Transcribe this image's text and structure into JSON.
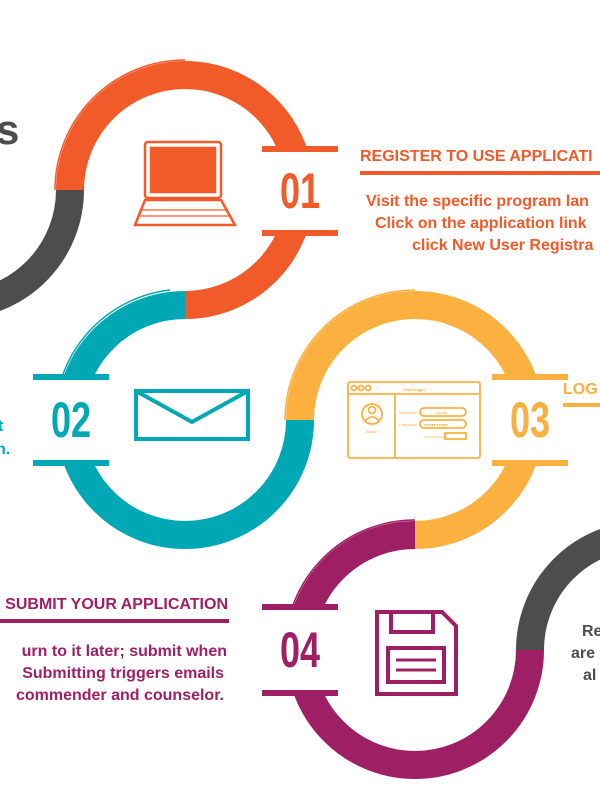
{
  "colors": {
    "orange": "#f15a29",
    "teal": "#00a7b5",
    "yellow": "#fbb040",
    "purple": "#9e1f63",
    "gray": "#4d4d4d"
  },
  "header": {
    "title_fragment": "s"
  },
  "steps": [
    {
      "number": "01",
      "icon": "laptop-icon",
      "title": "REGISTER TO USE APPLICATI",
      "body": [
        "Visit the specific program lan",
        "Click on the application link",
        "click New User Registra"
      ]
    },
    {
      "number": "02",
      "icon": "envelope-icon",
      "body": [
        "t",
        "n."
      ]
    },
    {
      "number": "03",
      "icon": "login-window-icon",
      "title": "LOG",
      "login": {
        "window_title": "User Login",
        "avatar_label": "Admin",
        "username_label": "Username",
        "username_value": "admin",
        "password_label": "Password",
        "password_value": "●●●●●●●●●●",
        "forgot_label": "Forgot Password"
      }
    },
    {
      "number": "04",
      "icon": "floppy-disk-icon",
      "title": "SUBMIT YOUR APPLICATION",
      "body": [
        "urn to it later; submit when",
        "Submitting triggers emails",
        "commender and counselor."
      ]
    },
    {
      "body": [
        "Re",
        "are",
        "al"
      ]
    }
  ]
}
